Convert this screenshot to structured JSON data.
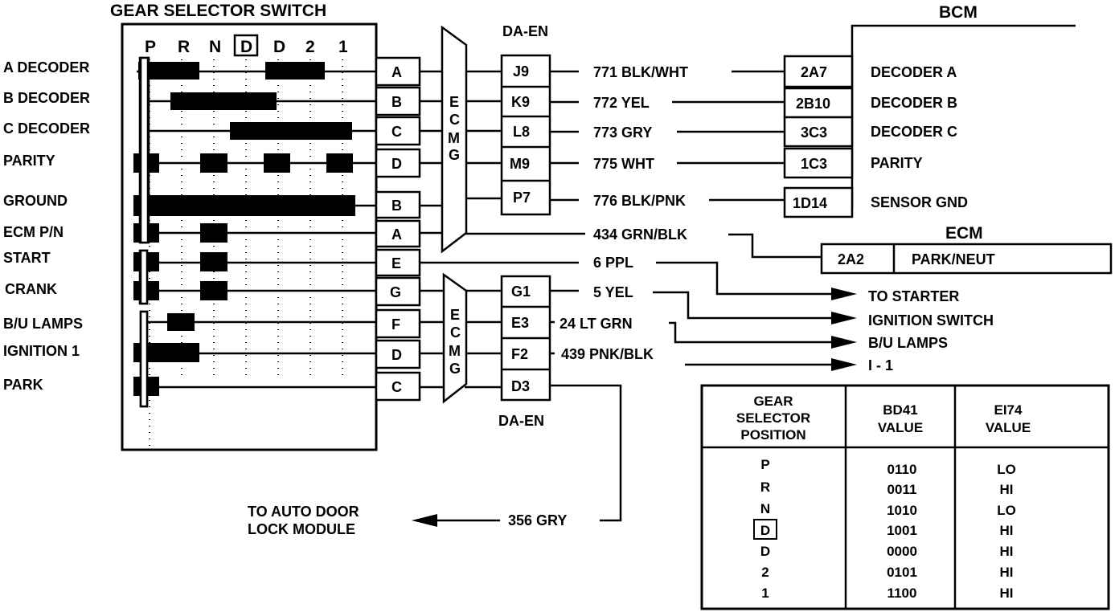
{
  "switch_title": "GEAR SELECTOR SWITCH",
  "positions": [
    "P",
    "R",
    "N",
    "D",
    "D",
    "2",
    "1"
  ],
  "rows": [
    {
      "label": "A DECODER",
      "pin": "A"
    },
    {
      "label": "B DECODER",
      "pin": "B"
    },
    {
      "label": "C DECODER",
      "pin": "C"
    },
    {
      "label": "PARITY",
      "pin": "D"
    },
    {
      "label": "GROUND",
      "pin": "B"
    },
    {
      "label": "ECM P/N",
      "pin": "A"
    },
    {
      "label": "START",
      "pin": "E"
    },
    {
      "label": "CRANK",
      "pin": "G"
    },
    {
      "label": "B/U LAMPS",
      "pin": "F"
    },
    {
      "label": "IGNITION 1",
      "pin": "D"
    },
    {
      "label": "PARK",
      "pin": "C"
    }
  ],
  "ecmg_label": [
    "E",
    "C",
    "M",
    "G"
  ],
  "da_en_top": "DA-EN",
  "da_en_bottom": "DA-EN",
  "connector_top": [
    "J9",
    "K9",
    "L8",
    "M9",
    "P7"
  ],
  "connector_bottom": [
    "G1",
    "E3",
    "F2",
    "D3"
  ],
  "wires_top": [
    "771 BLK/WHT",
    "772 YEL",
    "773 GRY",
    "775 WHT",
    "776 BLK/PNK"
  ],
  "wire_434": "434 GRN/BLK",
  "wire_6": "6 PPL",
  "wire_5": "5 YEL",
  "wire_24": "24 LT GRN",
  "wire_439": "439 PNK/BLK",
  "wire_356": "356 GRY",
  "bcm_title": "BCM",
  "bcm_pins": [
    "2A7",
    "2B10",
    "3C3",
    "1C3",
    "1D14"
  ],
  "bcm_labels": [
    "DECODER  A",
    "DECODER  B",
    "DECODER  C",
    "PARITY",
    "SENSOR GND"
  ],
  "ecm_title": "ECM",
  "ecm_pin": "2A2",
  "ecm_label": "PARK/NEUT",
  "destinations": [
    "TO STARTER",
    "IGNITION SWITCH",
    "B/U LAMPS",
    "I - 1"
  ],
  "auto_door": [
    "TO  AUTO DOOR",
    "LOCK MODULE"
  ],
  "table": {
    "headers": [
      [
        "GEAR",
        "SELECTOR",
        "POSITION"
      ],
      [
        "BD41",
        "VALUE"
      ],
      [
        "EI74",
        "VALUE"
      ]
    ],
    "rows": [
      [
        "P",
        "0110",
        "LO"
      ],
      [
        "R",
        "0011",
        "HI"
      ],
      [
        "N",
        "1010",
        "LO"
      ],
      [
        "D",
        "1001",
        "HI"
      ],
      [
        "D",
        "0000",
        "HI"
      ],
      [
        "2",
        "0101",
        "HI"
      ],
      [
        "1",
        "1100",
        "HI"
      ]
    ]
  }
}
